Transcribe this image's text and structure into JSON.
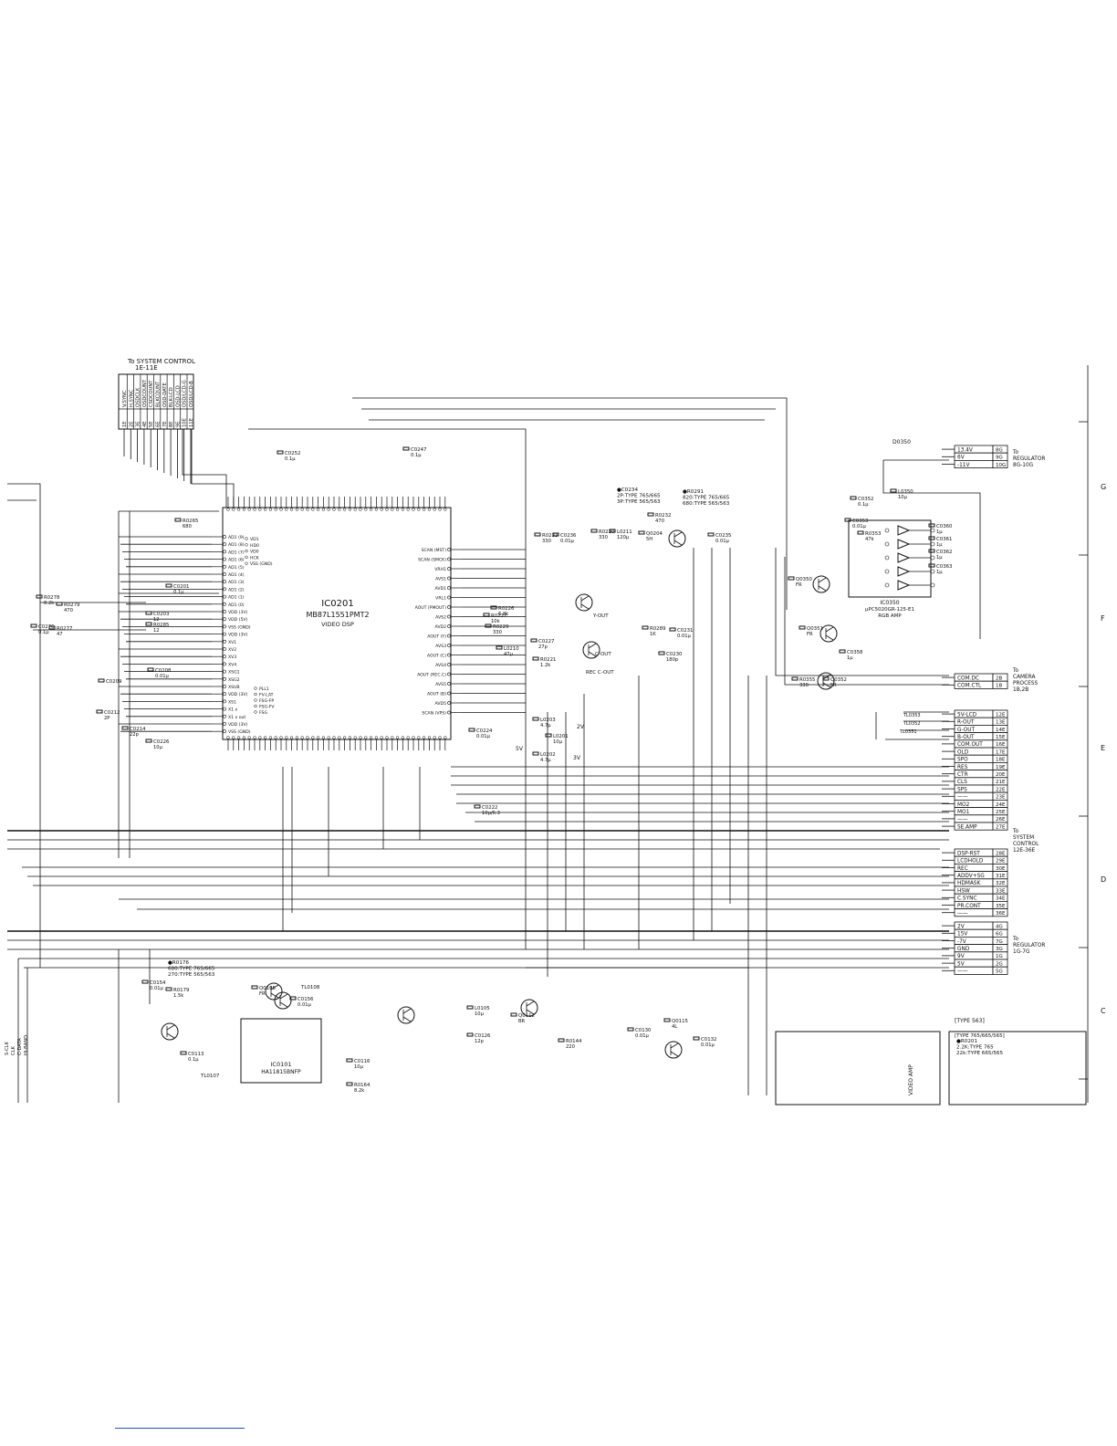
{
  "header": {
    "to_system_control": "To SYSTEM CONTROL",
    "to_system_control_range": "1E-11E"
  },
  "top_connector": {
    "signals": [
      "V.SYNC",
      "H.SYNC",
      "OSDCLK",
      "OSDCOUNT",
      "CSDCOUNT",
      "BLKCOUNT",
      "OSD-DATE",
      "BLK-LCD",
      "OSD-LCD",
      "OSD/LCD-G",
      "OSD/LCD-B"
    ],
    "pins": [
      "1E",
      "2E",
      "3E",
      "4E",
      "5E",
      "6E",
      "7E",
      "8E",
      "9E",
      "10E",
      "11E"
    ]
  },
  "ic0201": {
    "ref": "IC0201",
    "part": "MB87L1551PMT2",
    "function": "VIDEO DSP",
    "left_pins": [
      "AD1 (9)",
      "AD1 (8)",
      "AD1 (7)",
      "AD1 (6)",
      "AD1 (5)",
      "AD1 (4)",
      "AD1 (3)",
      "AD1 (2)",
      "AD1 (1)",
      "AD1 (0)",
      "VDD (3V)",
      "VDD (5V)",
      "VSS (GND)",
      "VDD (3V)",
      "XV1",
      "XV2",
      "XV3",
      "XV4",
      "XSG1",
      "XSG2",
      "XSUB",
      "VDD (3V)",
      "XS1",
      "X1 x",
      "X1 x out",
      "VDD (3V)",
      "VSS (GND)"
    ],
    "inner_pins": [
      "VD1",
      "HD0",
      "VD0",
      "HCK",
      "VSS (GND)"
    ],
    "right_pins": [
      "SCAN (MST)",
      "SCAN (SMCK)",
      "VRH1",
      "AVS1",
      "AVD1",
      "VRL1",
      "AOUT (PMOUT)",
      "AVS2",
      "AVD2",
      "AOUT (Y)",
      "AVS3",
      "AOUT (C)",
      "AVS4",
      "AOUT (REC.C)",
      "AVS5",
      "AOUT (B)",
      "AVD5",
      "SCAN (VPS)"
    ],
    "bottom_pins": [
      "PLL1",
      "FV-LAT",
      "FSG-FP",
      "FSG-FV",
      "FSG"
    ]
  },
  "ic0350": {
    "ref": "IC0350",
    "part": "μPC5020GR-125-E1",
    "function": "RGB AMP"
  },
  "ic0101": {
    "ref": "IC0101",
    "part": "HA11815BNFP"
  },
  "components": [
    {
      "ref": "R0265",
      "value": "680"
    },
    {
      "ref": "C0201",
      "value": "0.1μ"
    },
    {
      "ref": "R0278",
      "value": "8.2k"
    },
    {
      "ref": "R0279",
      "value": "470"
    },
    {
      "ref": "C0276",
      "value": "0.1μ"
    },
    {
      "ref": "R0277",
      "value": "47"
    },
    {
      "ref": "C0203",
      "value": "12"
    },
    {
      "ref": "R0285",
      "value": "12"
    },
    {
      "ref": "C0208",
      "value": "0.01μ"
    },
    {
      "ref": "C0209",
      "value": ""
    },
    {
      "ref": "C0212",
      "value": "2P"
    },
    {
      "ref": "C0214",
      "value": "22p"
    },
    {
      "ref": "C0226",
      "value": "10μ"
    },
    {
      "ref": "C0252",
      "value": "0.1μ"
    },
    {
      "ref": "C0247",
      "value": "0.1μ"
    },
    {
      "ref": "R0233",
      "value": "330"
    },
    {
      "ref": "C0236",
      "value": "0.01μ"
    },
    {
      "ref": "R0230",
      "value": "330"
    },
    {
      "ref": "L0211",
      "value": "120μ"
    },
    {
      "ref": "R0232",
      "value": "470"
    },
    {
      "ref": "Q0204",
      "value": "5H"
    },
    {
      "ref": "C0235",
      "value": "0.01μ"
    },
    {
      "ref": "R0229",
      "value": "330"
    },
    {
      "ref": "L0210",
      "value": "47μ"
    },
    {
      "ref": "R0227",
      "value": "10k"
    },
    {
      "ref": "R0226",
      "value": "6.8k"
    },
    {
      "ref": "C0227",
      "value": "27p"
    },
    {
      "ref": "R0221",
      "value": "1.2k"
    },
    {
      "ref": "R0289",
      "value": "1K"
    },
    {
      "ref": "C0231",
      "value": "0.01μ"
    },
    {
      "ref": "C0230",
      "value": "180p"
    },
    {
      "ref": "L0203",
      "value": "4.7μ"
    },
    {
      "ref": "L0201",
      "value": "10μ"
    },
    {
      "ref": "L0202",
      "value": "4.7μ"
    },
    {
      "ref": "C0224",
      "value": "0.01μ"
    },
    {
      "ref": "C0222",
      "value": "10μ/6.3"
    },
    {
      "ref": "C0352",
      "value": "0.1μ"
    },
    {
      "ref": "C0353",
      "value": "0.01μ"
    },
    {
      "ref": "R0353",
      "value": "47k"
    },
    {
      "ref": "L0350",
      "value": "10μ"
    },
    {
      "ref": "C0360",
      "value": "1μ"
    },
    {
      "ref": "C0361",
      "value": "1μ"
    },
    {
      "ref": "C0362",
      "value": "1μ"
    },
    {
      "ref": "C0363",
      "value": "1μ"
    },
    {
      "ref": "Q0350",
      "value": "FR"
    },
    {
      "ref": "Q0351",
      "value": "FR"
    },
    {
      "ref": "Q0352",
      "value": "FR"
    },
    {
      "ref": "C0358",
      "value": "1μ"
    },
    {
      "ref": "R0355",
      "value": "330"
    },
    {
      "ref": "C0154",
      "value": "0.01μ"
    },
    {
      "ref": "R0179",
      "value": "1.5k"
    },
    {
      "ref": "Q0105",
      "value": "FR"
    },
    {
      "ref": "C0156",
      "value": "0.01μ"
    },
    {
      "ref": "C0113",
      "value": "0.1μ"
    },
    {
      "ref": "L0105",
      "value": "10μ"
    },
    {
      "ref": "C0126",
      "value": "12p"
    },
    {
      "ref": "Q0112",
      "value": "BR"
    },
    {
      "ref": "R0144",
      "value": "220"
    },
    {
      "ref": "C0130",
      "value": "0.01μ"
    },
    {
      "ref": "Q0115",
      "value": "4L"
    },
    {
      "ref": "C0132",
      "value": "0.01μ"
    },
    {
      "ref": "C0116",
      "value": "10μ"
    },
    {
      "ref": "R0164",
      "value": "8.2k"
    }
  ],
  "annotations": {
    "c0234_note": [
      "●C0234",
      "2P:TYPE 765/665",
      "3P:TYPE 565/563"
    ],
    "r0291_note": [
      "●R0291",
      "820:TYPE 765/665",
      "680:TYPE 565/563"
    ],
    "r0176_note": [
      "●R0176",
      "680:TYPE 765/665",
      "270:TYPE 565/563"
    ],
    "type_563": "[TYPE 563]",
    "type_765": "[TYPE 765/665/565]",
    "r0201_note": [
      "●R0201",
      "2.2K:TYPE 765",
      "22k:TYPE 665/565"
    ],
    "rec_c_out": "REC C-OUT",
    "y_out": "Y-OUT",
    "c_out": "C-OUT",
    "voltage_2v": "2V",
    "voltage_5v": "5V",
    "voltage_3v": "3V",
    "video_amp": "VIDEO AMP",
    "d0350": "D0350",
    "tl0107": "TL0107",
    "tl0108": "TL0108",
    "tl0353": "TL0353",
    "tl0352": "TL0352",
    "tl0351": "TL0351",
    "left_side_labels": [
      "HI-BAND",
      "C-DATA",
      "CLK",
      "S-CLK"
    ]
  },
  "connectors": [
    {
      "id": "regulator_top",
      "title_lines": [
        "To",
        "REGULATOR",
        "8G-10G"
      ],
      "rows": [
        {
          "signal": "13.4V",
          "pin": "8G"
        },
        {
          "signal": "6V",
          "pin": "9G"
        },
        {
          "signal": "-11V",
          "pin": "10G"
        }
      ]
    },
    {
      "id": "camera_process",
      "title_lines": [
        "To",
        "CAMERA",
        "PROCESS",
        "1B,2B"
      ],
      "rows": [
        {
          "signal": "COM.DC",
          "pin": "2B"
        },
        {
          "signal": "COM.CTL",
          "pin": "1B"
        }
      ]
    },
    {
      "id": "system_control_12e",
      "title_lines": [
        "To",
        "SYSTEM",
        "CONTROL",
        "12E-36E"
      ],
      "rows": [
        {
          "signal": "5V-LCD",
          "pin": "12E"
        },
        {
          "signal": "R-OUT",
          "pin": "13E"
        },
        {
          "signal": "G-OUT",
          "pin": "14E"
        },
        {
          "signal": "B-OUT",
          "pin": "15E"
        },
        {
          "signal": "COM.OUT",
          "pin": "16E"
        },
        {
          "signal": "OLD",
          "pin": "17E"
        },
        {
          "signal": "SPO",
          "pin": "18E"
        },
        {
          "signal": "RES",
          "pin": "19E"
        },
        {
          "signal": "CTR",
          "pin": "20E"
        },
        {
          "signal": "CLS",
          "pin": "21E"
        },
        {
          "signal": "SPS",
          "pin": "22E"
        },
        {
          "signal": "——",
          "pin": "23E"
        },
        {
          "signal": "MO2",
          "pin": "24E"
        },
        {
          "signal": "MO1",
          "pin": "25E"
        },
        {
          "signal": "——",
          "pin": "26E"
        },
        {
          "signal": "SE.AMP",
          "pin": "27E"
        }
      ]
    },
    {
      "id": "system_control_28e",
      "title_lines": [],
      "rows": [
        {
          "signal": "DSP-RST",
          "pin": "28E"
        },
        {
          "signal": "LCDHOLD",
          "pin": "29E"
        },
        {
          "signal": "REC",
          "pin": "30E"
        },
        {
          "signal": "ADDV+SG",
          "pin": "31E"
        },
        {
          "signal": "HDMASK",
          "pin": "32E"
        },
        {
          "signal": "HSW",
          "pin": "33E"
        },
        {
          "signal": "C.SYNC",
          "pin": "34E"
        },
        {
          "signal": "PR.CONT",
          "pin": "35E"
        },
        {
          "signal": "——",
          "pin": "36E"
        }
      ]
    },
    {
      "id": "regulator_bottom",
      "title_lines": [
        "To",
        "REGULATOR",
        "1G-7G"
      ],
      "rows": [
        {
          "signal": "2V",
          "pin": "4G"
        },
        {
          "signal": "15V",
          "pin": "6G"
        },
        {
          "signal": "-7V",
          "pin": "7G"
        },
        {
          "signal": "GND",
          "pin": "3G"
        },
        {
          "signal": "9V",
          "pin": "1G"
        },
        {
          "signal": "5V",
          "pin": "2G"
        },
        {
          "signal": "——",
          "pin": "5G"
        }
      ]
    }
  ],
  "grid_letters": [
    "G",
    "F",
    "E",
    "D",
    "C"
  ]
}
